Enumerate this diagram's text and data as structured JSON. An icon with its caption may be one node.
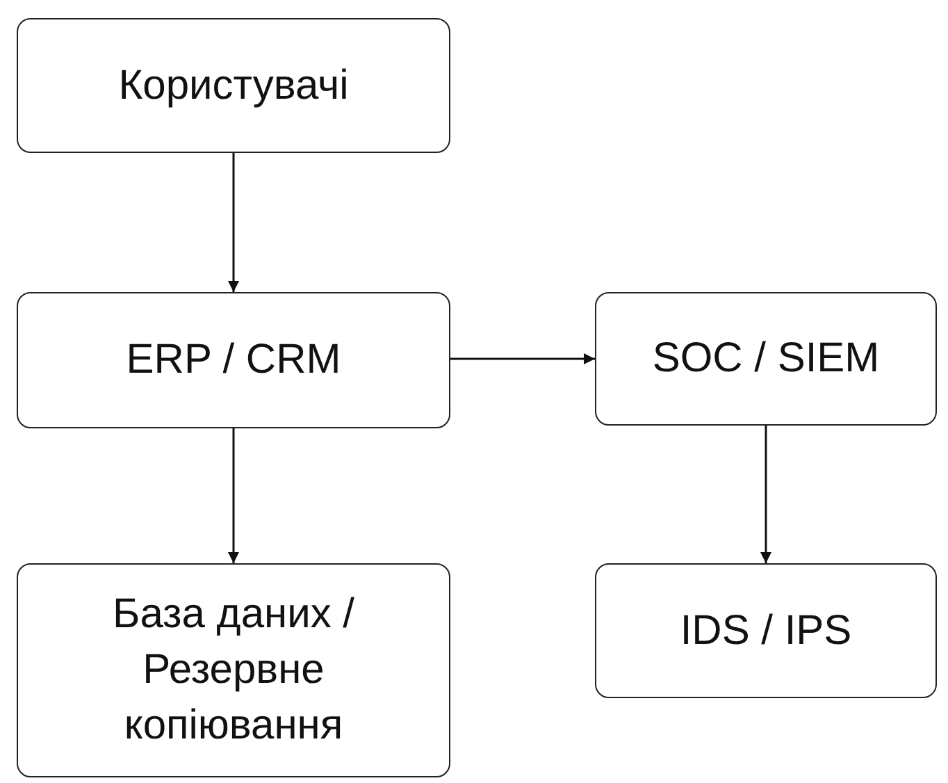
{
  "diagram": {
    "nodes": [
      {
        "text": [
          "Користувачі"
        ]
      },
      {
        "text": [
          "ERP / CRM"
        ]
      },
      {
        "text": [
          "SOC / SIEM"
        ]
      },
      {
        "text": [
          "База даних / Резервне копіювання"
        ]
      },
      {
        "text": [
          "IDS / IPS"
        ]
      }
    ],
    "edges": [
      {
        "from": 0,
        "to": 1,
        "arrow": "to"
      },
      {
        "from": 1,
        "to": 2,
        "arrow": "to"
      },
      {
        "from": 1,
        "to": 3,
        "arrow": "to"
      },
      {
        "from": 2,
        "to": 4,
        "arrow": "to"
      }
    ]
  }
}
